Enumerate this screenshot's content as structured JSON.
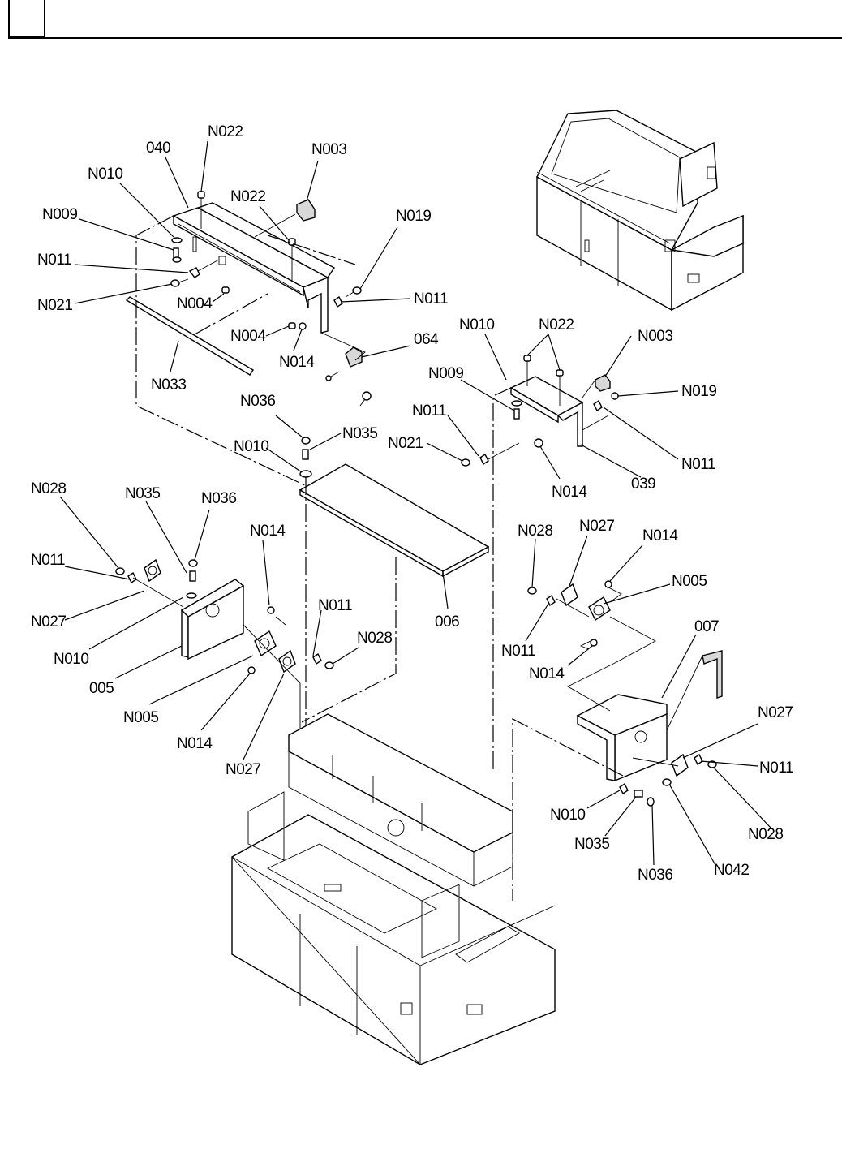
{
  "header": {
    "section_box": "",
    "title": ""
  },
  "diagram": {
    "type": "exploded-parts-view",
    "labels": [
      {
        "id": "l1",
        "text": "N022"
      },
      {
        "id": "l2",
        "text": "040"
      },
      {
        "id": "l3",
        "text": "N003"
      },
      {
        "id": "l4",
        "text": "N010"
      },
      {
        "id": "l5",
        "text": "N022"
      },
      {
        "id": "l6",
        "text": "N009"
      },
      {
        "id": "l7",
        "text": "N019"
      },
      {
        "id": "l8",
        "text": "N011"
      },
      {
        "id": "l9",
        "text": "N021"
      },
      {
        "id": "l10",
        "text": "N004"
      },
      {
        "id": "l11",
        "text": "N011"
      },
      {
        "id": "l12",
        "text": "N004"
      },
      {
        "id": "l13",
        "text": "N014"
      },
      {
        "id": "l14",
        "text": "064"
      },
      {
        "id": "l15",
        "text": "N033"
      },
      {
        "id": "l16",
        "text": "N010"
      },
      {
        "id": "l17",
        "text": "N022"
      },
      {
        "id": "l18",
        "text": "N003"
      },
      {
        "id": "l19",
        "text": "N009"
      },
      {
        "id": "l20",
        "text": "N019"
      },
      {
        "id": "l21",
        "text": "N011"
      },
      {
        "id": "l22",
        "text": "N021"
      },
      {
        "id": "l23",
        "text": "N011"
      },
      {
        "id": "l24",
        "text": "N014"
      },
      {
        "id": "l25",
        "text": "039"
      },
      {
        "id": "l26",
        "text": "N036"
      },
      {
        "id": "l27",
        "text": "N035"
      },
      {
        "id": "l28",
        "text": "N010"
      },
      {
        "id": "l29",
        "text": "N028"
      },
      {
        "id": "l30",
        "text": "N035"
      },
      {
        "id": "l31",
        "text": "N036"
      },
      {
        "id": "l32",
        "text": "N014"
      },
      {
        "id": "l33",
        "text": "N011"
      },
      {
        "id": "l34",
        "text": "N027"
      },
      {
        "id": "l35",
        "text": "N011"
      },
      {
        "id": "l36",
        "text": "N028"
      },
      {
        "id": "l37",
        "text": "006"
      },
      {
        "id": "l38",
        "text": "N010"
      },
      {
        "id": "l39",
        "text": "005"
      },
      {
        "id": "l40",
        "text": "N005"
      },
      {
        "id": "l41",
        "text": "N014"
      },
      {
        "id": "l42",
        "text": "N027"
      },
      {
        "id": "l43",
        "text": "N028"
      },
      {
        "id": "l44",
        "text": "N027"
      },
      {
        "id": "l45",
        "text": "N014"
      },
      {
        "id": "l46",
        "text": "N005"
      },
      {
        "id": "l47",
        "text": "N011"
      },
      {
        "id": "l48",
        "text": "N014"
      },
      {
        "id": "l49",
        "text": "007"
      },
      {
        "id": "l50",
        "text": "N027"
      },
      {
        "id": "l51",
        "text": "N011"
      },
      {
        "id": "l52",
        "text": "N010"
      },
      {
        "id": "l53",
        "text": "N028"
      },
      {
        "id": "l54",
        "text": "N035"
      },
      {
        "id": "l55",
        "text": "N036"
      },
      {
        "id": "l56",
        "text": "N042"
      }
    ]
  }
}
